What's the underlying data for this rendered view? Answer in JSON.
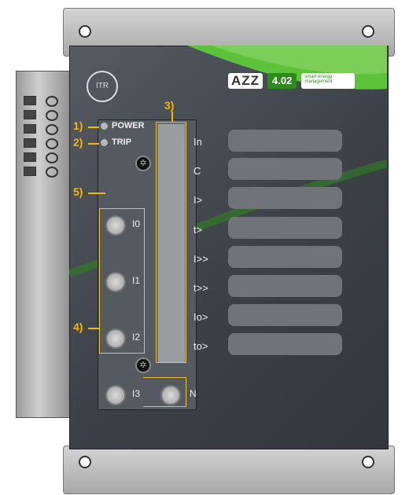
{
  "device": {
    "brand_logo": "AZZ",
    "version": "4.02",
    "tagline": "smart energy management",
    "maker_logo": "ITR"
  },
  "indicators": {
    "power": "POWER",
    "trip": "TRIP"
  },
  "buttons": [
    "I0",
    "I1",
    "I2",
    "I3",
    "N"
  ],
  "parameters": [
    "In",
    "C",
    "I>",
    "t>",
    "I>>",
    "t>>",
    "Io>",
    "to>"
  ],
  "callouts": {
    "c1": "1)",
    "c2": "2)",
    "c3": "3)",
    "c4": "4)",
    "c5": "5)"
  },
  "colors": {
    "accent_green": "#4ab82b",
    "callout": "#f5b800",
    "housing": "#3c4047"
  }
}
